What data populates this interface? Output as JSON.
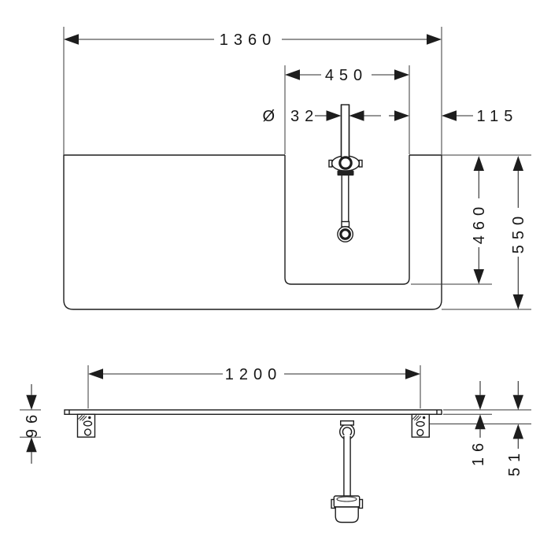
{
  "drawing": {
    "type": "washbasin-technical-drawing",
    "background": "#ffffff",
    "line_color": "#1d1d1d",
    "top_view": {
      "overall_width_mm": "1360",
      "bowl_width_mm": "450",
      "hole_diameter_symbol": "Ø",
      "hole_diameter_value": "32",
      "right_edge_offset_mm": "115",
      "bowl_depth_mm": "460",
      "overall_depth_mm": "550"
    },
    "front_view": {
      "bracket_spacing_mm": "1200",
      "bracket_height_mm": "96",
      "slab_thickness_mm": "16",
      "mounting_offset_mm": "51"
    }
  }
}
